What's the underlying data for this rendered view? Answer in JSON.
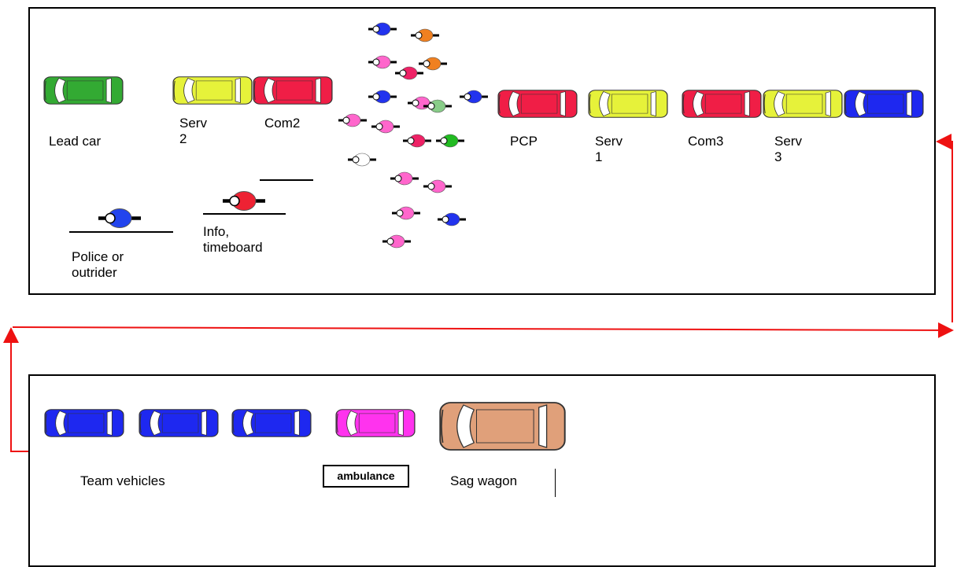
{
  "top_panel": {
    "labels": {
      "lead_car": "Lead car",
      "serv2": "Serv\n2",
      "com2": "Com2",
      "pcp": "PCP",
      "serv1": "Serv\n1",
      "com3": "Com3",
      "serv3": "Serv\n3",
      "police": "Police or\noutrider",
      "info": "Info,\ntimeboard"
    },
    "vehicle_colors": {
      "lead_car": "#33aa33",
      "serv2": "#e6f23a",
      "com2": "#f01e46",
      "pcp": "#f01e46",
      "serv1": "#e6f23a",
      "com3": "#f01e46",
      "serv3": "#e6f23a",
      "last": "#1e28f0"
    },
    "rider_colors": {
      "police": "#2244ee",
      "info": "#ee2233"
    }
  },
  "bottom_panel": {
    "labels": {
      "team_vehicles": "Team vehicles",
      "ambulance": "ambulance",
      "sag_wagon": "Sag wagon"
    },
    "vehicle_colors": {
      "team": "#1e28f0",
      "ambulance": "#ff33ee",
      "sag_wagon": "#e0a07a"
    }
  },
  "peloton_colors": [
    "#2233ee",
    "#f08020",
    "#ff66cc",
    "#ee2266",
    "#88cc88",
    "#ffffff",
    "#22bb22"
  ],
  "route_color": "#ee1111"
}
